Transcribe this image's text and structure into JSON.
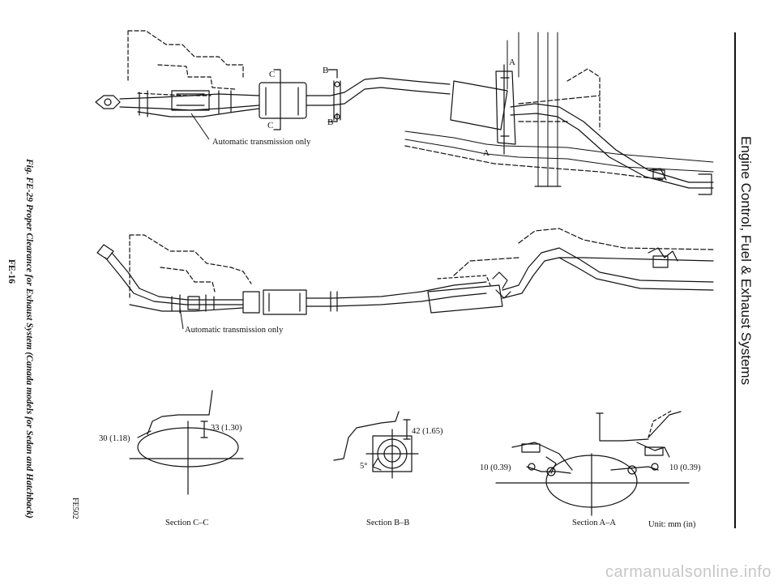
{
  "header": {
    "title": "Engine Control, Fuel & Exhaust Systems"
  },
  "figure": {
    "caption": "Fig. FE-29 Proper Clearance for Exhaust System (Canada models for Sedan and Hatchback)",
    "code": "FE502"
  },
  "page_number": "FE-16",
  "diagram_top": {
    "note": "Automatic transmission only",
    "markers": {
      "c_top": "C",
      "c_bottom": "C",
      "b_top": "B",
      "b_bottom": "B",
      "a_top": "A",
      "a_bottom": "A"
    }
  },
  "diagram_middle": {
    "note": "Automatic transmission only"
  },
  "sections": {
    "cc": {
      "label": "Section C–C",
      "dim_left": "30 (1.18)",
      "dim_right": "33 (1.30)"
    },
    "bb": {
      "label": "Section B–B",
      "dim": "42 (1.65)",
      "angle": "5°"
    },
    "aa": {
      "label": "Section A–A",
      "dim_left": "10 (0.39)",
      "dim_right": "10 (0.39)"
    }
  },
  "unit_note": "Unit: mm (in)",
  "watermark": "carmanualsonline.info"
}
